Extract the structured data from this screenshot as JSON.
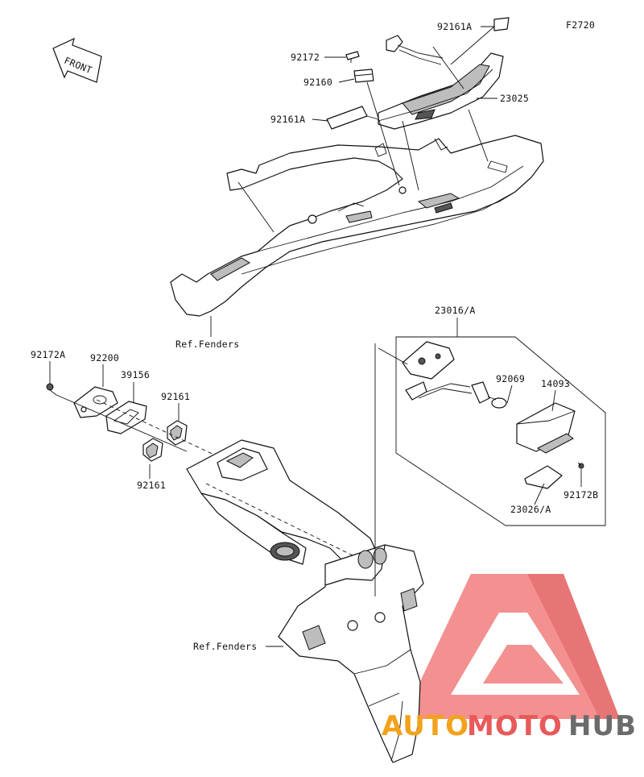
{
  "figure_code": "F2720",
  "front_label": "FRONT",
  "callouts": {
    "c92161A_top": "92161A",
    "c92172": "92172",
    "c92160": "92160",
    "c23025": "23025",
    "c92161A_mid": "92161A",
    "c_ref_fenders_top": "Ref.Fenders",
    "c23016A": "23016/A",
    "c92172A": "92172A",
    "c92200": "92200",
    "c39156": "39156",
    "c92161_a": "92161",
    "c92161_b": "92161",
    "c92069": "92069",
    "c14093": "14093",
    "c92172B": "92172B",
    "c23026A": "23026/A",
    "c_ref_fenders_bottom": "Ref.Fenders"
  },
  "watermark": {
    "auto": "AUTO",
    "moto": "MOTO",
    "hub": "HUB",
    "colors": {
      "auto": "#f2a21b",
      "moto": "#e85a5a",
      "hub": "#6b6b6b",
      "logo": "#f06b6b"
    }
  }
}
